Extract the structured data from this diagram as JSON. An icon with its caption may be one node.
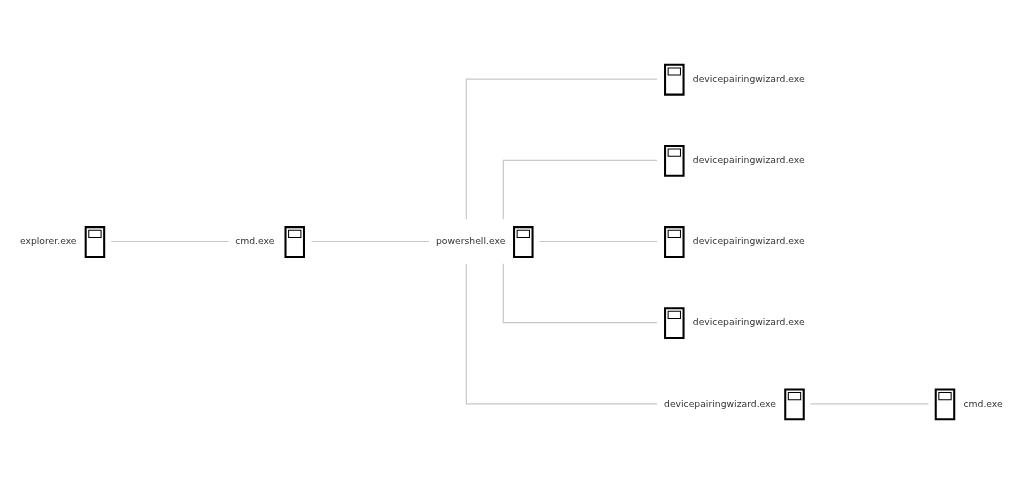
{
  "diagram": {
    "nodes": [
      {
        "text": [
          "explorer.exe"
        ]
      },
      {
        "text": [
          "cmd.exe"
        ]
      },
      {
        "text": [
          "powershell.exe"
        ]
      },
      {
        "text": [
          "devicepairingwizard.exe"
        ]
      },
      {
        "text": [
          "devicepairingwizard.exe"
        ]
      },
      {
        "text": [
          "devicepairingwizard.exe"
        ]
      },
      {
        "text": [
          "devicepairingwizard.exe"
        ]
      },
      {
        "text": [
          "devicepairingwizard.exe"
        ]
      },
      {
        "text": [
          "cmd.exe"
        ]
      }
    ],
    "edges": [
      {
        "from": 0,
        "to": 1,
        "arrow": "none"
      },
      {
        "from": 1,
        "to": 2,
        "arrow": "none"
      },
      {
        "from": 2,
        "to": 3,
        "arrow": "none"
      },
      {
        "from": 2,
        "to": 4,
        "arrow": "none"
      },
      {
        "from": 2,
        "to": 5,
        "arrow": "none"
      },
      {
        "from": 2,
        "to": 6,
        "arrow": "none"
      },
      {
        "from": 2,
        "to": 7,
        "arrow": "none"
      },
      {
        "from": 7,
        "to": 8,
        "arrow": "none"
      }
    ]
  }
}
